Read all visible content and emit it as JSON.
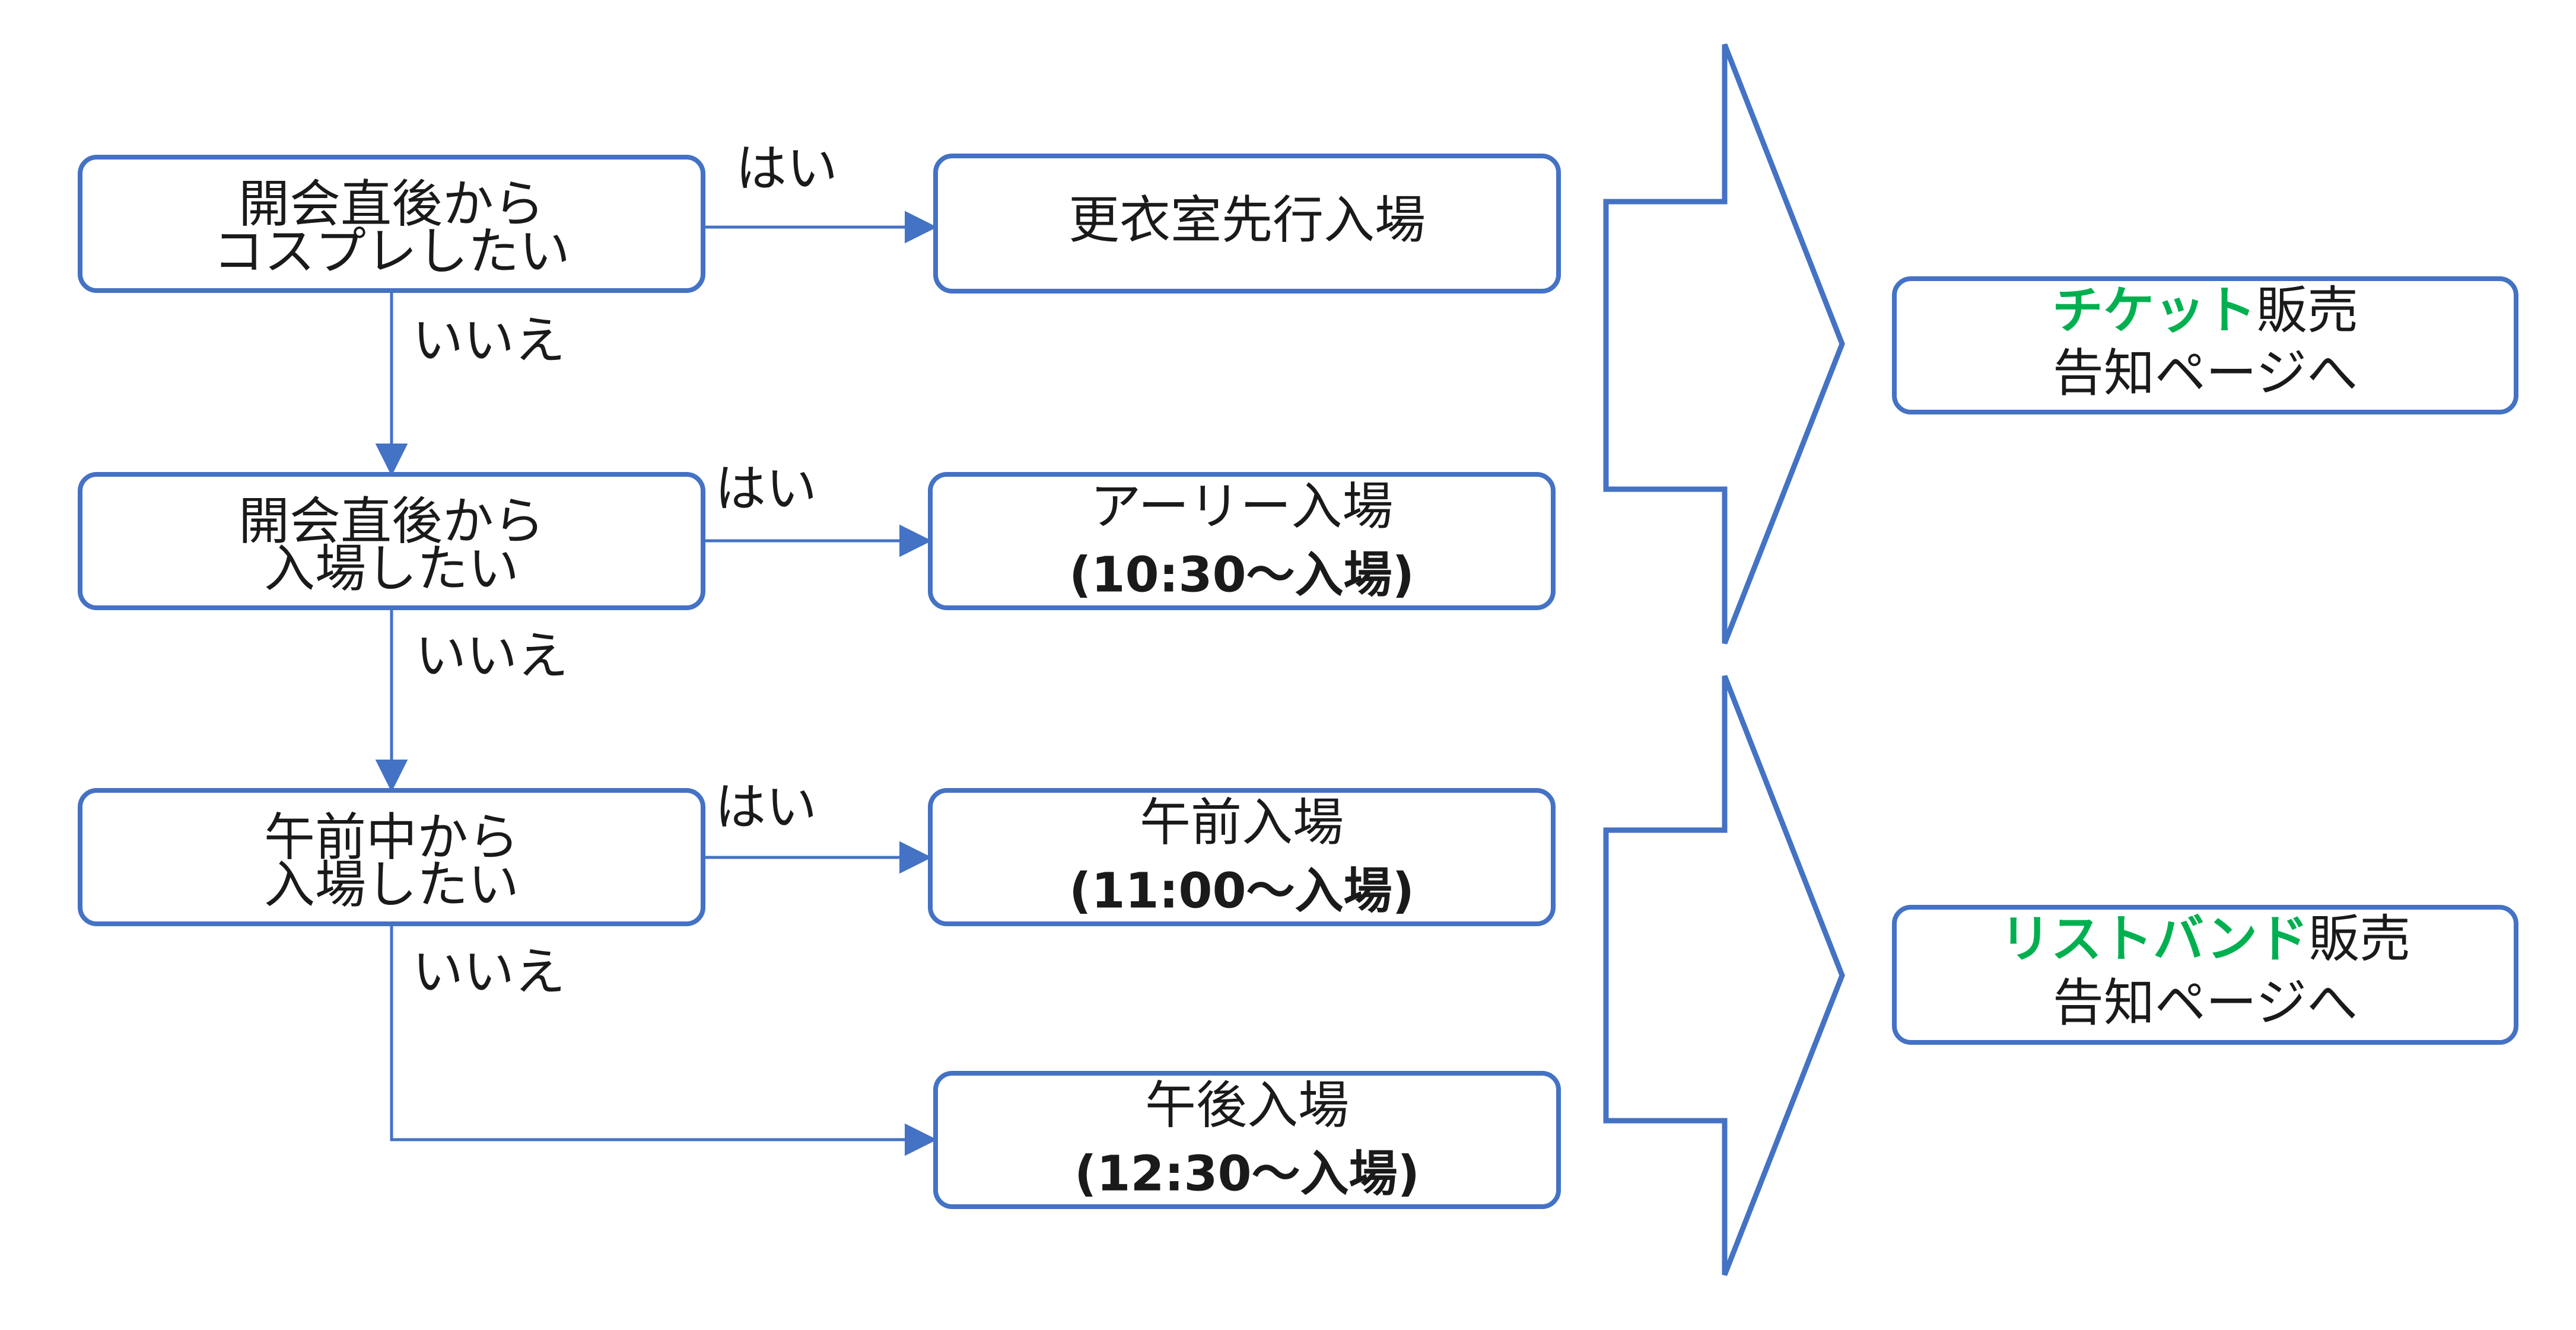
{
  "colors": {
    "node_border": "#4472c4",
    "connector": "#4472c4",
    "text": "#1a1a1a",
    "highlight": "#00b050"
  },
  "edge_labels": {
    "yes": "はい",
    "no": "いいえ"
  },
  "questions": [
    {
      "line1": "開会直後から",
      "line2": "コスプレしたい"
    },
    {
      "line1": "開会直後から",
      "line2": "入場したい"
    },
    {
      "line1": "午前中から",
      "line2": "入場したい"
    }
  ],
  "results": [
    {
      "line1": "更衣室先行入場",
      "line2": ""
    },
    {
      "line1": "アーリー入場",
      "line2": "(10:30～入場)"
    },
    {
      "line1": "午前入場",
      "line2": "(11:00～入場)"
    },
    {
      "line1": "午後入場",
      "line2": "(12:30～入場)"
    }
  ],
  "destinations": [
    {
      "highlight": "チケット",
      "suffix": "販売",
      "line2": "告知ページへ"
    },
    {
      "highlight": "リストバンド",
      "suffix": "販売",
      "line2": "告知ページへ"
    }
  ]
}
